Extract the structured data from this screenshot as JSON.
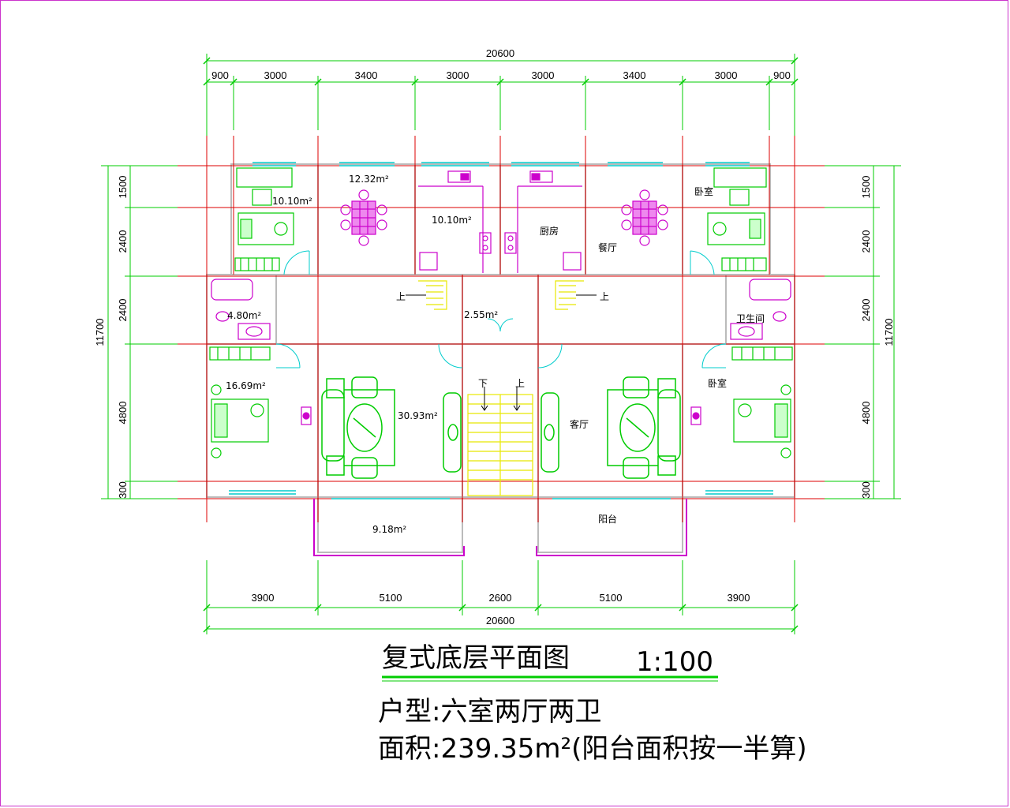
{
  "dimensions": {
    "overall_top": "20600",
    "top_segments": [
      "900",
      "3000",
      "3400",
      "3000",
      "3000",
      "3400",
      "3000",
      "900"
    ],
    "overall_bottom": "20600",
    "bottom_segments": [
      "3900",
      "5100",
      "2600",
      "5100",
      "3900"
    ],
    "overall_side": "11700",
    "side_segments": [
      "1500",
      "2400",
      "2400",
      "4800",
      "300"
    ]
  },
  "rooms": {
    "bedroom_tl_area": "10.10m²",
    "dining_l_area": "12.32m²",
    "kitchen_l_area": "10.10m²",
    "kitchen_r_label": "厨房",
    "dining_r_label": "餐厅",
    "bedroom_tr_label": "卧室",
    "bath_l_area": "4.80m²",
    "hall_area": "2.55m²",
    "bath_r_label": "卫生间",
    "bedroom_bl_area": "16.69m²",
    "living_l_area": "30.93m²",
    "living_r_label": "客厅",
    "bedroom_br_label": "卧室",
    "balcony_l_area": "9.18m²",
    "balcony_r_label": "阳台",
    "stair_up_l": "上",
    "stair_up_r": "上",
    "stair_down": "下",
    "stair_up_c": "上"
  },
  "title": {
    "name": "复式底层平面图",
    "scale": "1:100"
  },
  "info": {
    "type_line": "户型:六室两厅两卫",
    "area_line": "面积:239.35m²(阳台面积按一半算)"
  },
  "colors": {
    "dimension": "#00cc00",
    "axis": "#dd0000",
    "wall": "#bbbbbb",
    "furniture": "#00cc00",
    "accent": "#cc00cc",
    "stair": "#e8e800",
    "window": "#00cccc"
  }
}
